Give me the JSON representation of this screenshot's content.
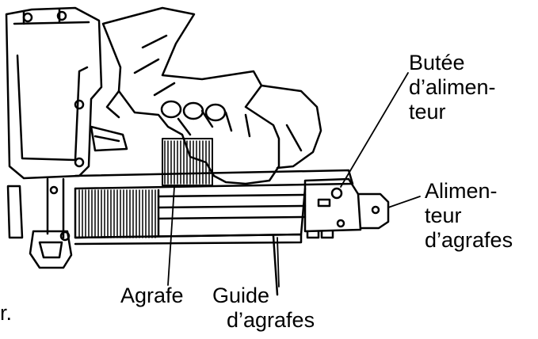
{
  "labels": {
    "feed_stop": [
      "Butée",
      "d’alimen-",
      "teur"
    ],
    "staple_feeder": [
      "Alimen-",
      "teur",
      "d’agrafes"
    ],
    "staple": "Agrafe",
    "staple_guide": [
      "Guide",
      "d’agrafes"
    ],
    "cut_fragment": "r."
  },
  "colors": {
    "ink": "#000000",
    "paper": "#ffffff"
  }
}
